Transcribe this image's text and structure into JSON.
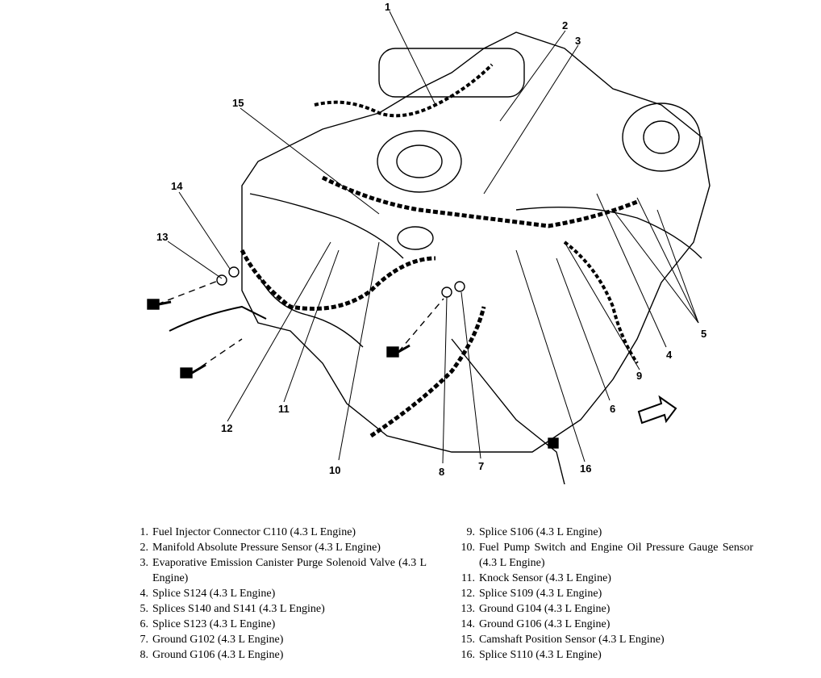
{
  "diagram": {
    "callouts": [
      "1",
      "2",
      "3",
      "4",
      "5",
      "6",
      "7",
      "8",
      "9",
      "10",
      "11",
      "12",
      "13",
      "14",
      "15",
      "16"
    ]
  },
  "legend": {
    "left": [
      {
        "num": "1.",
        "text": "Fuel Injector Connector C110 (4.3 L Engine)"
      },
      {
        "num": "2.",
        "text": "Manifold Absolute Pressure Sensor (4.3 L Engine)"
      },
      {
        "num": "3.",
        "text": "Evaporative Emission Canister Purge Solenoid Valve (4.3 L Engine)"
      },
      {
        "num": "4.",
        "text": "Splice S124 (4.3 L Engine)"
      },
      {
        "num": "5.",
        "text": "Splices S140 and S141 (4.3 L Engine)"
      },
      {
        "num": "6.",
        "text": "Splice S123 (4.3 L Engine)"
      },
      {
        "num": "7.",
        "text": "Ground G102 (4.3 L Engine)"
      },
      {
        "num": "8.",
        "text": "Ground G106 (4.3 L Engine)"
      }
    ],
    "right": [
      {
        "num": "9.",
        "text": "Splice S106 (4.3 L Engine)"
      },
      {
        "num": "10.",
        "text": "Fuel Pump Switch and Engine Oil Pressure Gauge Sensor (4.3 L Engine)"
      },
      {
        "num": "11.",
        "text": "Knock Sensor (4.3 L Engine)"
      },
      {
        "num": "12.",
        "text": "Splice S109 (4.3 L Engine)"
      },
      {
        "num": "13.",
        "text": "Ground G104 (4.3 L Engine)"
      },
      {
        "num": "14.",
        "text": "Ground G106 (4.3 L Engine)"
      },
      {
        "num": "15.",
        "text": "Camshaft Position Sensor (4.3 L Engine)"
      },
      {
        "num": "16.",
        "text": "Splice S110 (4.3 L Engine)"
      }
    ]
  }
}
